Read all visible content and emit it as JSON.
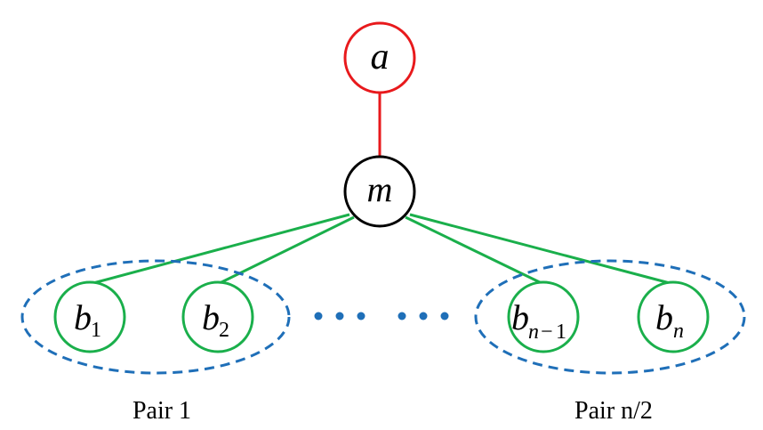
{
  "colors": {
    "root": "#e8191c",
    "middle": "#000000",
    "leaf": "#1aaf4b",
    "pair": "#1f6fb8",
    "dots": "#1f6fb8",
    "red_edge": "#e8191c",
    "green_edge": "#1aaf4b"
  },
  "nodes": {
    "root": {
      "label": "a"
    },
    "middle": {
      "label": "m"
    },
    "b1": {
      "base": "b",
      "sub": "1"
    },
    "b2": {
      "base": "b",
      "sub": "2"
    },
    "bn1": {
      "base": "b",
      "sub_n": "n",
      "sub_minus": "−",
      "sub_one": "1"
    },
    "bn": {
      "base": "b",
      "sub": "n"
    }
  },
  "captions": {
    "pair_first": "Pair 1",
    "pair_last": "Pair n/2"
  },
  "icons": {
    "ellipsis": "dots-ellipsis"
  }
}
